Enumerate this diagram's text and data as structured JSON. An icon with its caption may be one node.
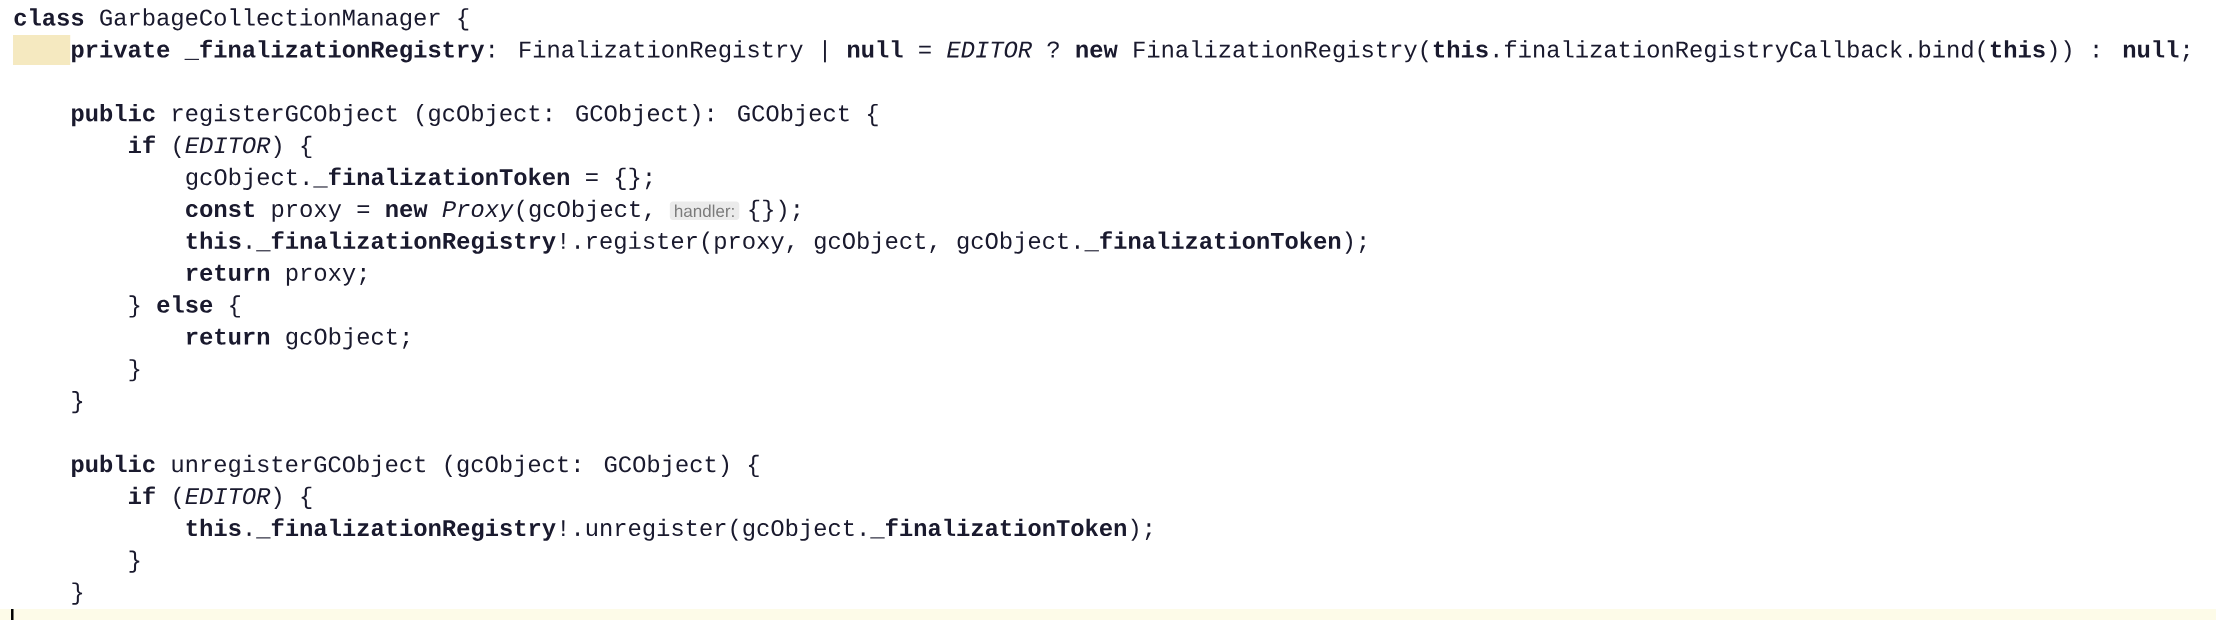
{
  "diagram": {
    "labels": [
      "**class** GarbageCollectionManager {",
      "**private _finalizationRegistry**: FinalizationRegistry | **null** = *EDITOR* ? **new** FinalizationRegistry(**this**.finalizationRegistryCallback.bind(**this**)) : **null**;",
      "**public** registerGCObject (gcObject: GCObject): GCObject {",
      "**if** (*EDITOR*) {",
      "gcObject.**_finalizationToken** = {};",
      "**const** proxy = **new** *Proxy*(gcObject,",
      "handler:",
      "{});",
      "**this**.**_finalizationRegistry**!.register(proxy, gcObject, gcObject.**_finalizationToken**);",
      "**return** proxy;",
      "} **else** {",
      "**return** gcObject;",
      "}",
      "}",
      "**public** unregisterGCObject (gcObject: GCObject) {",
      "**if** (*EDITOR*) {",
      "**this**.**_finalizationRegistry**!.unregister(gcObject.**_finalizationToken**);",
      "}",
      "}"
    ]
  }
}
